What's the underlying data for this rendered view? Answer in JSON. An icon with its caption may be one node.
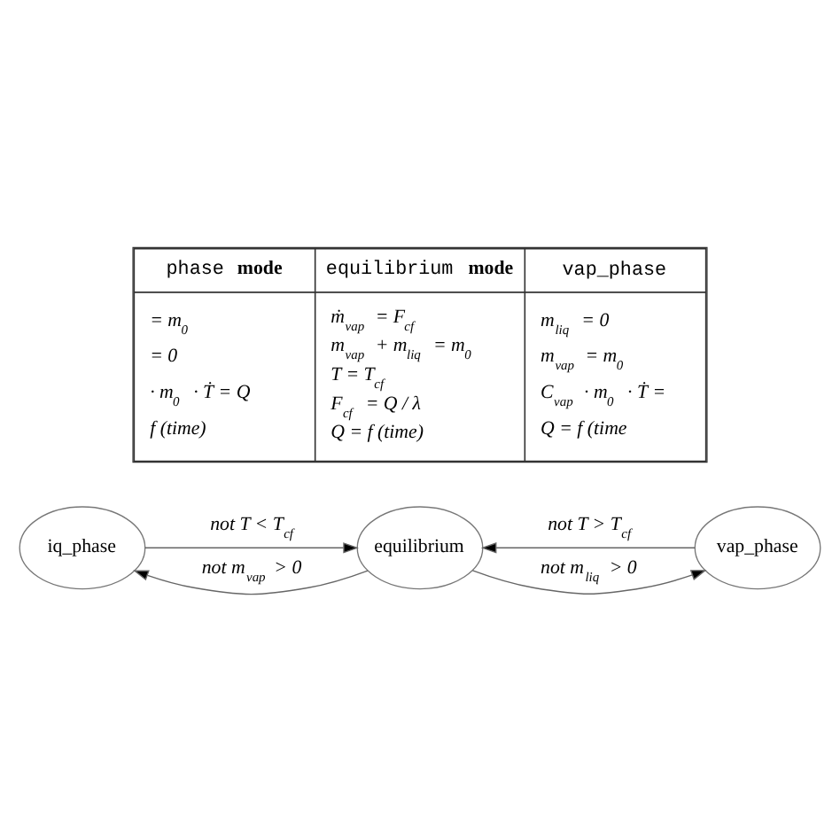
{
  "diagram": {
    "nodes": [
      {
        "text": [
          "iq_phase"
        ]
      },
      {
        "text": [
          "equilibrium"
        ]
      },
      {
        "text": [
          "vap_phase"
        ]
      }
    ],
    "edges": [
      {
        "from": 0,
        "to": 1,
        "arrow": "to",
        "label": "not T < T$_{cf}$"
      },
      {
        "from": 2,
        "to": 1,
        "arrow": "to",
        "label": "not T > T$_{cf}$"
      },
      {
        "from": 1,
        "to": 0,
        "arrow": "to",
        "label": "not m$_{vap}$ > 0"
      },
      {
        "from": 1,
        "to": 2,
        "arrow": "to",
        "label": "not m$_{liq}$ > 0"
      }
    ],
    "labels": [
      "phase **mode**",
      "equilibrium **mode**",
      "vap_phase",
      "= m$_{0}$",
      "= 0",
      "· m$_{0}$ · Ṫ = Q",
      "f (time)",
      "ṁ$_{vap}$ = F$_{cf}$",
      "m$_{vap}$ + m$_{liq}$ = m$_{0}$",
      "T = T$_{cf}$",
      "F$_{cf}$ = Q / λ",
      "Q = f (time)",
      "m$_{liq}$ = 0",
      "m$_{vap}$ = m$_{0}$",
      "C$_{vap}$ · m$_{0}$ · Ṫ =",
      "Q = f (time"
    ]
  }
}
